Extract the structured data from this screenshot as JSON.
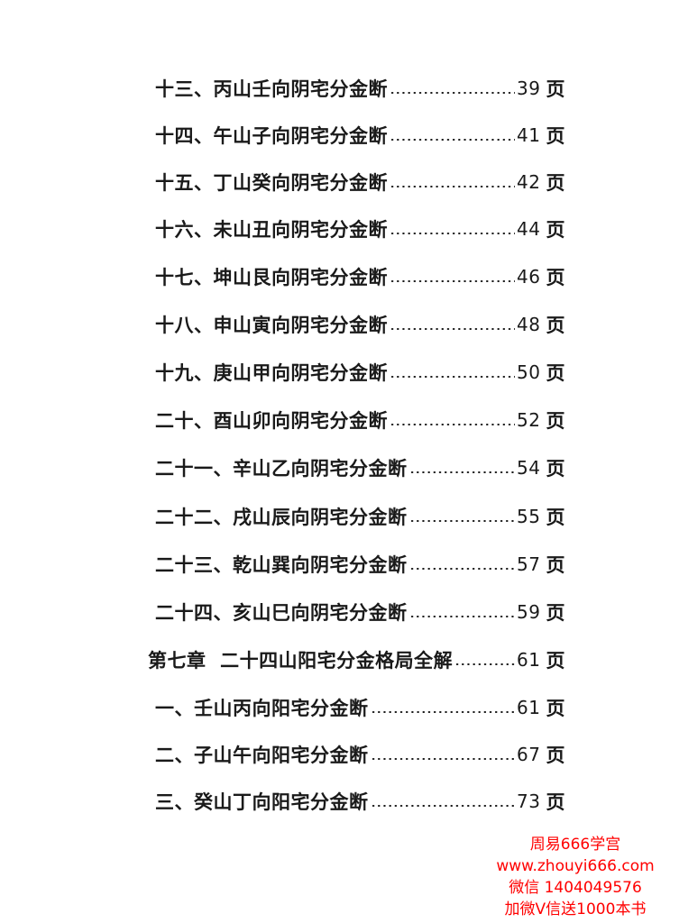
{
  "toc": [
    {
      "title": "十三、丙山壬向阴宅分金断",
      "page": "39",
      "unit": "页"
    },
    {
      "title": "十四、午山子向阴宅分金断",
      "page": "41",
      "unit": "页"
    },
    {
      "title": "十五、丁山癸向阴宅分金断",
      "page": "42",
      "unit": "页"
    },
    {
      "title": "十六、未山丑向阴宅分金断",
      "page": "44",
      "unit": "页"
    },
    {
      "title": "十七、坤山艮向阴宅分金断",
      "page": "46",
      "unit": "页"
    },
    {
      "title": "十八、申山寅向阴宅分金断",
      "page": "48",
      "unit": "页"
    },
    {
      "title": "十九、庚山甲向阴宅分金断",
      "page": "50",
      "unit": "页"
    },
    {
      "title": "二十、酉山卯向阴宅分金断",
      "page": "52",
      "unit": "页"
    },
    {
      "title": "二十一、辛山乙向阴宅分金断",
      "page": "54",
      "unit": "页"
    },
    {
      "title": "二十二、戌山辰向阴宅分金断",
      "page": "55",
      "unit": "页"
    },
    {
      "title": "二十三、乾山巽向阴宅分金断",
      "page": "57",
      "unit": "页"
    },
    {
      "title": "二十四、亥山巳向阴宅分金断",
      "page": "59",
      "unit": "页"
    },
    {
      "title": "第七章  二十四山阳宅分金格局全解",
      "page": "61",
      "unit": "页"
    },
    {
      "title": "一、壬山丙向阳宅分金断",
      "page": "61",
      "unit": "页"
    },
    {
      "title": "二、子山午向阳宅分金断",
      "page": "67",
      "unit": "页"
    },
    {
      "title": "三、癸山丁向阳宅分金断",
      "page": "73",
      "unit": "页"
    }
  ],
  "watermark": {
    "line1": "周易666学宫",
    "line2": "www.zhouyi666.com",
    "line3": "微信 1404049576",
    "line4": "加微V信送1000本书",
    "color": "#ff0000"
  }
}
